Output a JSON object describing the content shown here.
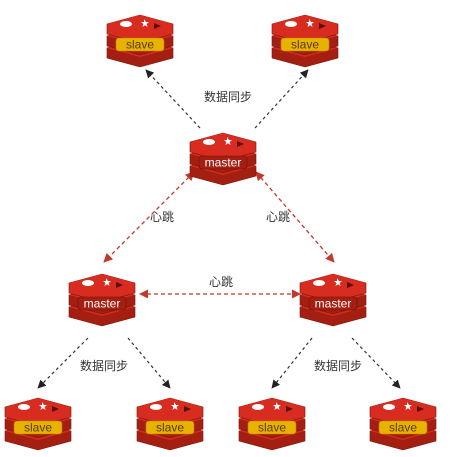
{
  "diagram": {
    "nodes": [
      {
        "id": "slave-top-left",
        "label": "slave",
        "role": "slave"
      },
      {
        "id": "slave-top-right",
        "label": "slave",
        "role": "slave"
      },
      {
        "id": "master-top",
        "label": "master",
        "role": "master"
      },
      {
        "id": "master-left",
        "label": "master",
        "role": "master"
      },
      {
        "id": "master-right",
        "label": "master",
        "role": "master"
      },
      {
        "id": "slave-bottom-1",
        "label": "slave",
        "role": "slave"
      },
      {
        "id": "slave-bottom-2",
        "label": "slave",
        "role": "slave"
      },
      {
        "id": "slave-bottom-3",
        "label": "slave",
        "role": "slave"
      },
      {
        "id": "slave-bottom-4",
        "label": "slave",
        "role": "slave"
      }
    ],
    "edge_labels": {
      "sync_top": "数据同步",
      "heartbeat_left": "心跳",
      "heartbeat_right": "心跳",
      "heartbeat_middle": "心跳",
      "sync_bottom_left": "数据同步",
      "sync_bottom_right": "数据同步"
    },
    "colors": {
      "redis_red": "#d82c20",
      "redis_dark_red": "#a41e11",
      "slave_band": "#e8b200",
      "heartbeat_line": "#c0392b",
      "sync_line": "#333333"
    },
    "icon": "redis-logo-icon"
  }
}
